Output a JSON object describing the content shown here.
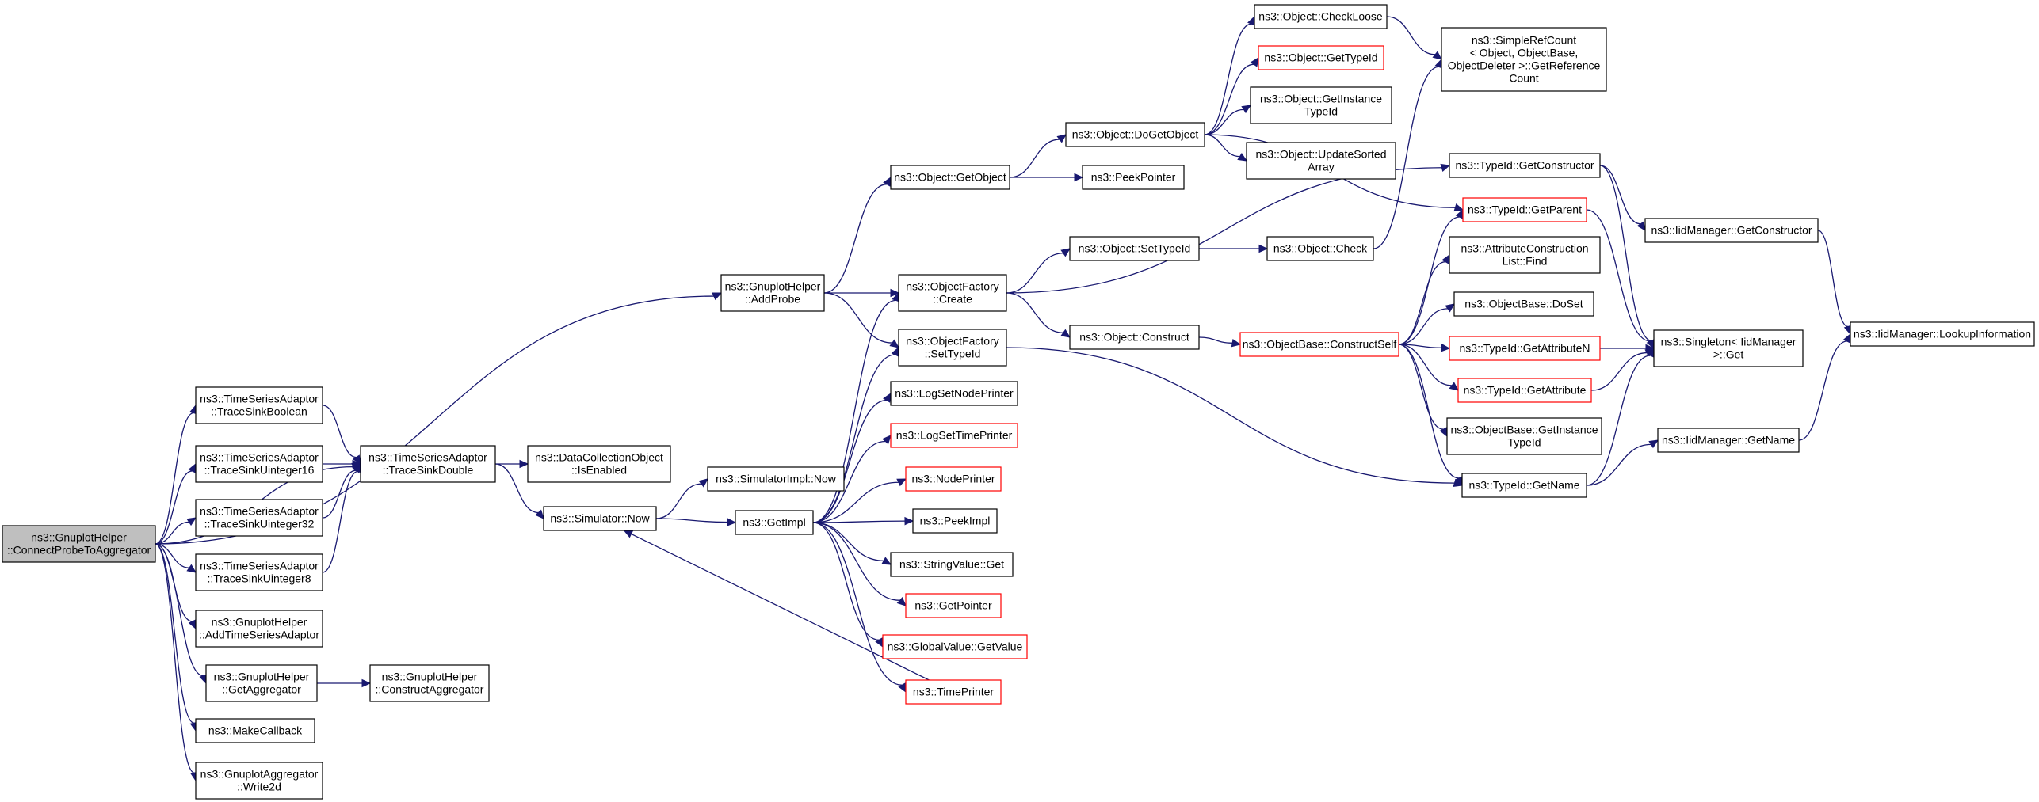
{
  "nodes": [
    {
      "id": "root",
      "lines": [
        "ns3::GnuplotHelper",
        "::ConnectProbeToAggregator"
      ],
      "style": "root"
    },
    {
      "id": "addProbe",
      "lines": [
        "ns3::GnuplotHelper",
        "::AddProbe"
      ],
      "style": "normal"
    },
    {
      "id": "tsBool",
      "lines": [
        "ns3::TimeSeriesAdaptor",
        "::TraceSinkBoolean"
      ],
      "style": "normal"
    },
    {
      "id": "tsU16",
      "lines": [
        "ns3::TimeSeriesAdaptor",
        "::TraceSinkUinteger16"
      ],
      "style": "normal"
    },
    {
      "id": "tsU32",
      "lines": [
        "ns3::TimeSeriesAdaptor",
        "::TraceSinkUinteger32"
      ],
      "style": "normal"
    },
    {
      "id": "tsU8",
      "lines": [
        "ns3::TimeSeriesAdaptor",
        "::TraceSinkUinteger8"
      ],
      "style": "normal"
    },
    {
      "id": "addTSA",
      "lines": [
        "ns3::GnuplotHelper",
        "::AddTimeSeriesAdaptor"
      ],
      "style": "normal"
    },
    {
      "id": "getAgg",
      "lines": [
        "ns3::GnuplotHelper",
        "::GetAggregator"
      ],
      "style": "normal"
    },
    {
      "id": "makeCb",
      "lines": [
        "ns3::MakeCallback"
      ],
      "style": "normal"
    },
    {
      "id": "write2d",
      "lines": [
        "ns3::GnuplotAggregator",
        "::Write2d"
      ],
      "style": "normal"
    },
    {
      "id": "tsDouble",
      "lines": [
        "ns3::TimeSeriesAdaptor",
        "::TraceSinkDouble"
      ],
      "style": "normal"
    },
    {
      "id": "constructAgg",
      "lines": [
        "ns3::GnuplotHelper",
        "::ConstructAggregator"
      ],
      "style": "normal"
    },
    {
      "id": "dcoEnabled",
      "lines": [
        "ns3::DataCollectionObject",
        "::IsEnabled"
      ],
      "style": "normal"
    },
    {
      "id": "simNow",
      "lines": [
        "ns3::Simulator::Now"
      ],
      "style": "normal"
    },
    {
      "id": "simImplNow",
      "lines": [
        "ns3::SimulatorImpl::Now"
      ],
      "style": "normal"
    },
    {
      "id": "getImpl",
      "lines": [
        "ns3::GetImpl"
      ],
      "style": "normal"
    },
    {
      "id": "objGetObject",
      "lines": [
        "ns3::Object::GetObject"
      ],
      "style": "normal"
    },
    {
      "id": "ofCreate",
      "lines": [
        "ns3::ObjectFactory",
        "::Create"
      ],
      "style": "normal"
    },
    {
      "id": "ofSetTypeId",
      "lines": [
        "ns3::ObjectFactory",
        "::SetTypeId"
      ],
      "style": "normal"
    },
    {
      "id": "logNode",
      "lines": [
        "ns3::LogSetNodePrinter"
      ],
      "style": "normal"
    },
    {
      "id": "logTime",
      "lines": [
        "ns3::LogSetTimePrinter"
      ],
      "style": "red"
    },
    {
      "id": "nodePrinter",
      "lines": [
        "ns3::NodePrinter"
      ],
      "style": "red"
    },
    {
      "id": "peekImpl",
      "lines": [
        "ns3::PeekImpl"
      ],
      "style": "normal"
    },
    {
      "id": "strGet",
      "lines": [
        "ns3::StringValue::Get"
      ],
      "style": "normal"
    },
    {
      "id": "getPointer",
      "lines": [
        "ns3::GetPointer"
      ],
      "style": "red"
    },
    {
      "id": "gvGet",
      "lines": [
        "ns3::GlobalValue::GetValue"
      ],
      "style": "red"
    },
    {
      "id": "timePrinter",
      "lines": [
        "ns3::TimePrinter"
      ],
      "style": "red"
    },
    {
      "id": "doGetObject",
      "lines": [
        "ns3::Object::DoGetObject"
      ],
      "style": "normal"
    },
    {
      "id": "peekPointer",
      "lines": [
        "ns3::PeekPointer"
      ],
      "style": "normal"
    },
    {
      "id": "objSetTypeId",
      "lines": [
        "ns3::Object::SetTypeId"
      ],
      "style": "normal"
    },
    {
      "id": "objConstruct",
      "lines": [
        "ns3::Object::Construct"
      ],
      "style": "normal"
    },
    {
      "id": "checkLoose",
      "lines": [
        "ns3::Object::CheckLoose"
      ],
      "style": "normal"
    },
    {
      "id": "objGetTypeId",
      "lines": [
        "ns3::Object::GetTypeId"
      ],
      "style": "red"
    },
    {
      "id": "getInstTypeId",
      "lines": [
        "ns3::Object::GetInstance",
        "TypeId"
      ],
      "style": "normal"
    },
    {
      "id": "updSorted",
      "lines": [
        "ns3::Object::UpdateSorted",
        "Array"
      ],
      "style": "normal"
    },
    {
      "id": "objCheck",
      "lines": [
        "ns3::Object::Check"
      ],
      "style": "normal"
    },
    {
      "id": "constructSelf",
      "lines": [
        "ns3::ObjectBase::ConstructSelf"
      ],
      "style": "red"
    },
    {
      "id": "simpleRef",
      "lines": [
        "ns3::SimpleRefCount",
        "< Object, ObjectBase,",
        "ObjectDeleter >::GetReference",
        "Count"
      ],
      "style": "normal"
    },
    {
      "id": "tidGetCtor",
      "lines": [
        "ns3::TypeId::GetConstructor"
      ],
      "style": "normal"
    },
    {
      "id": "tidGetParent",
      "lines": [
        "ns3::TypeId::GetParent"
      ],
      "style": "red"
    },
    {
      "id": "attrFind",
      "lines": [
        "ns3::AttributeConstruction",
        "List::Find"
      ],
      "style": "normal"
    },
    {
      "id": "doSet",
      "lines": [
        "ns3::ObjectBase::DoSet"
      ],
      "style": "normal"
    },
    {
      "id": "getAttrN",
      "lines": [
        "ns3::TypeId::GetAttributeN"
      ],
      "style": "red"
    },
    {
      "id": "getAttr",
      "lines": [
        "ns3::TypeId::GetAttribute"
      ],
      "style": "red"
    },
    {
      "id": "obGetInstTid",
      "lines": [
        "ns3::ObjectBase::GetInstance",
        "TypeId"
      ],
      "style": "normal"
    },
    {
      "id": "tidGetName",
      "lines": [
        "ns3::TypeId::GetName"
      ],
      "style": "normal"
    },
    {
      "id": "iidGetCtor",
      "lines": [
        "ns3::IidManager::GetConstructor"
      ],
      "style": "normal"
    },
    {
      "id": "singletonGet",
      "lines": [
        "ns3::Singleton< IidManager",
        "  >::Get"
      ],
      "style": "normal"
    },
    {
      "id": "iidGetName",
      "lines": [
        "ns3::IidManager::GetName"
      ],
      "style": "normal"
    },
    {
      "id": "iidLookup",
      "lines": [
        "ns3::IidManager::LookupInformation"
      ],
      "style": "normal"
    }
  ],
  "edges": [
    [
      "root",
      "addProbe"
    ],
    [
      "root",
      "tsDouble"
    ],
    [
      "root",
      "tsBool"
    ],
    [
      "root",
      "tsU16"
    ],
    [
      "root",
      "tsU32"
    ],
    [
      "root",
      "tsU8"
    ],
    [
      "root",
      "addTSA"
    ],
    [
      "root",
      "getAgg"
    ],
    [
      "root",
      "makeCb"
    ],
    [
      "root",
      "write2d"
    ],
    [
      "tsBool",
      "tsDouble"
    ],
    [
      "tsU16",
      "tsDouble"
    ],
    [
      "tsU32",
      "tsDouble"
    ],
    [
      "tsU8",
      "tsDouble"
    ],
    [
      "getAgg",
      "constructAgg"
    ],
    [
      "tsDouble",
      "dcoEnabled"
    ],
    [
      "tsDouble",
      "simNow"
    ],
    [
      "simNow",
      "simImplNow"
    ],
    [
      "simNow",
      "getImpl"
    ],
    [
      "addProbe",
      "objGetObject"
    ],
    [
      "addProbe",
      "ofCreate"
    ],
    [
      "addProbe",
      "ofSetTypeId"
    ],
    [
      "getImpl",
      "ofCreate"
    ],
    [
      "getImpl",
      "ofSetTypeId"
    ],
    [
      "getImpl",
      "logNode"
    ],
    [
      "getImpl",
      "logTime"
    ],
    [
      "getImpl",
      "nodePrinter"
    ],
    [
      "getImpl",
      "peekImpl"
    ],
    [
      "getImpl",
      "strGet"
    ],
    [
      "getImpl",
      "getPointer"
    ],
    [
      "getImpl",
      "gvGet"
    ],
    [
      "getImpl",
      "timePrinter"
    ],
    [
      "timePrinter",
      "simNow"
    ],
    [
      "objGetObject",
      "doGetObject"
    ],
    [
      "objGetObject",
      "peekPointer"
    ],
    [
      "ofCreate",
      "objSetTypeId"
    ],
    [
      "ofCreate",
      "objConstruct"
    ],
    [
      "ofCreate",
      "tidGetCtor"
    ],
    [
      "ofSetTypeId",
      "tidGetName"
    ],
    [
      "doGetObject",
      "checkLoose"
    ],
    [
      "doGetObject",
      "objGetTypeId"
    ],
    [
      "doGetObject",
      "getInstTypeId"
    ],
    [
      "doGetObject",
      "updSorted"
    ],
    [
      "doGetObject",
      "tidGetParent"
    ],
    [
      "objSetTypeId",
      "objCheck"
    ],
    [
      "objConstruct",
      "constructSelf"
    ],
    [
      "checkLoose",
      "simpleRef"
    ],
    [
      "objCheck",
      "simpleRef"
    ],
    [
      "constructSelf",
      "tidGetParent"
    ],
    [
      "constructSelf",
      "attrFind"
    ],
    [
      "constructSelf",
      "doSet"
    ],
    [
      "constructSelf",
      "getAttrN"
    ],
    [
      "constructSelf",
      "getAttr"
    ],
    [
      "constructSelf",
      "obGetInstTid"
    ],
    [
      "constructSelf",
      "tidGetName"
    ],
    [
      "tidGetCtor",
      "iidGetCtor"
    ],
    [
      "tidGetCtor",
      "singletonGet"
    ],
    [
      "tidGetParent",
      "singletonGet"
    ],
    [
      "getAttrN",
      "singletonGet"
    ],
    [
      "getAttr",
      "singletonGet"
    ],
    [
      "tidGetName",
      "singletonGet"
    ],
    [
      "tidGetName",
      "iidGetName"
    ],
    [
      "iidGetCtor",
      "iidLookup"
    ],
    [
      "iidGetName",
      "iidLookup"
    ]
  ]
}
